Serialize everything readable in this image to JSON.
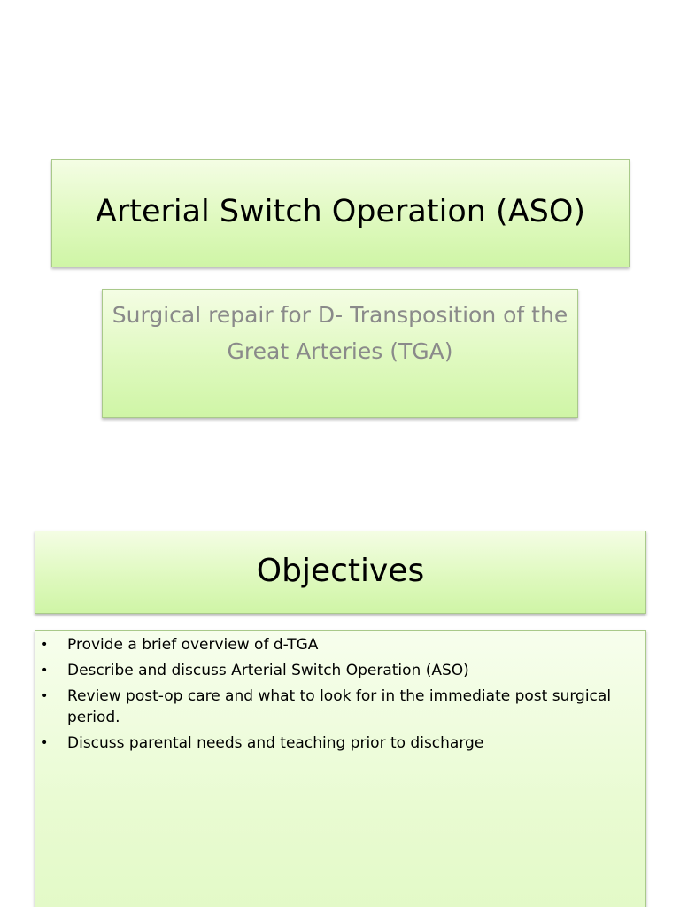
{
  "slide1": {
    "title": "Arterial Switch Operation (ASO)",
    "subtitle": "Surgical repair for D- Transposition of the Great Arteries (TGA)"
  },
  "slide2": {
    "title": "Objectives",
    "bullets": [
      "Provide a brief overview of d-TGA",
      "Describe and discuss Arterial Switch Operation (ASO)",
      "Review post-op care and what to look for in the immediate post surgical period.",
      "Discuss parental needs and teaching prior to discharge"
    ],
    "bullet_symbol": "•"
  },
  "colors": {
    "box_fill_top": "#f4fde4",
    "box_fill_bottom": "#cff5a6",
    "box_border": "#a9c98a",
    "subtitle_text": "#8a8a8a",
    "body_text": "#000000"
  }
}
